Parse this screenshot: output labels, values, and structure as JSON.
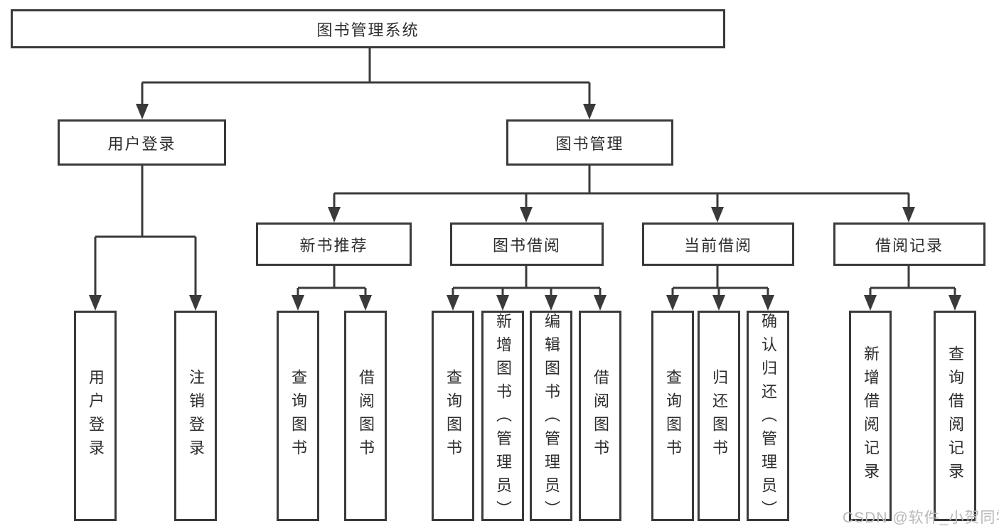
{
  "tree": {
    "root": {
      "label": "图书管理系统"
    },
    "groups": [
      {
        "label": "用户登录",
        "children": [
          {
            "label": "用户登录"
          },
          {
            "label": "注销登录"
          }
        ]
      },
      {
        "label": "图书管理",
        "sections": [
          {
            "label": "新书推荐",
            "children": [
              {
                "label": "查询图书"
              },
              {
                "label": "借阅图书"
              }
            ]
          },
          {
            "label": "图书借阅",
            "children": [
              {
                "label": "查询图书"
              },
              {
                "label": "新增图书（管理员）"
              },
              {
                "label": "编辑图书（管理员）"
              },
              {
                "label": "借阅图书"
              }
            ]
          },
          {
            "label": "当前借阅",
            "children": [
              {
                "label": "查询图书"
              },
              {
                "label": "归还图书"
              },
              {
                "label": "确认归还（管理员）"
              }
            ]
          },
          {
            "label": "借阅记录",
            "children": [
              {
                "label": "新增借阅记录"
              },
              {
                "label": "查询借阅记录"
              }
            ]
          }
        ]
      }
    ]
  },
  "watermark": {
    "text": "CSDN @软件_小贺同学"
  },
  "colors": {
    "line": "#3a3a3a",
    "text": "#2d2d2d",
    "background": "#ffffff",
    "watermark": "#b8b8b8"
  }
}
